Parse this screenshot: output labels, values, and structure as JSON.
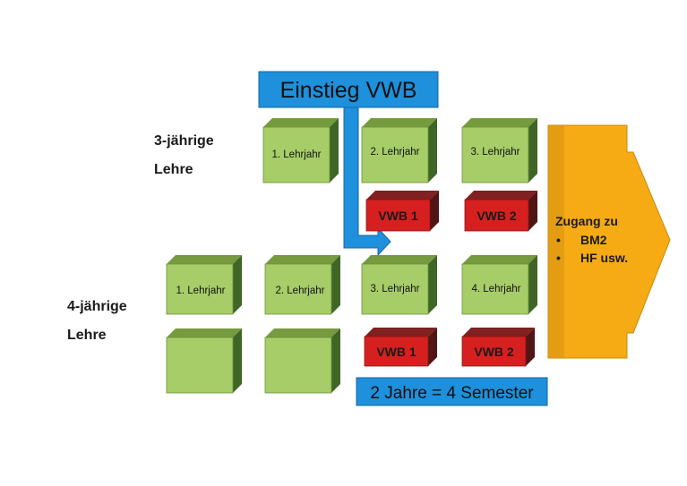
{
  "entry_box": {
    "label": "Einstieg VWB"
  },
  "row_labels": {
    "three_year": [
      "3-jährige",
      "Lehre"
    ],
    "four_year": [
      "4-jährige",
      "Lehre"
    ]
  },
  "three_year_row": {
    "years": [
      "1. Lehrjahr",
      "2. Lehrjahr",
      "3. Lehrjahr"
    ],
    "vwb": [
      "VWB 1",
      "VWB 2"
    ]
  },
  "four_year_row": {
    "years": [
      "1. Lehrjahr",
      "2. Lehrjahr",
      "3. Lehrjahr",
      "4. Lehrjahr"
    ],
    "vwb": [
      "VWB 1",
      "VWB 2"
    ]
  },
  "duration_box": {
    "label": "2 Jahre = 4 Semester"
  },
  "outcome_arrow": {
    "title": "Zugang zu",
    "items": [
      "BM2",
      "HF usw."
    ]
  },
  "colors": {
    "green_front": "#a6cd68",
    "green_top": "#769a3e",
    "green_side": "#3f6626",
    "red_front": "#d62020",
    "red_top": "#802020",
    "red_side": "#521515",
    "blue": "#1e90dc",
    "orange": "#f6ab14"
  }
}
